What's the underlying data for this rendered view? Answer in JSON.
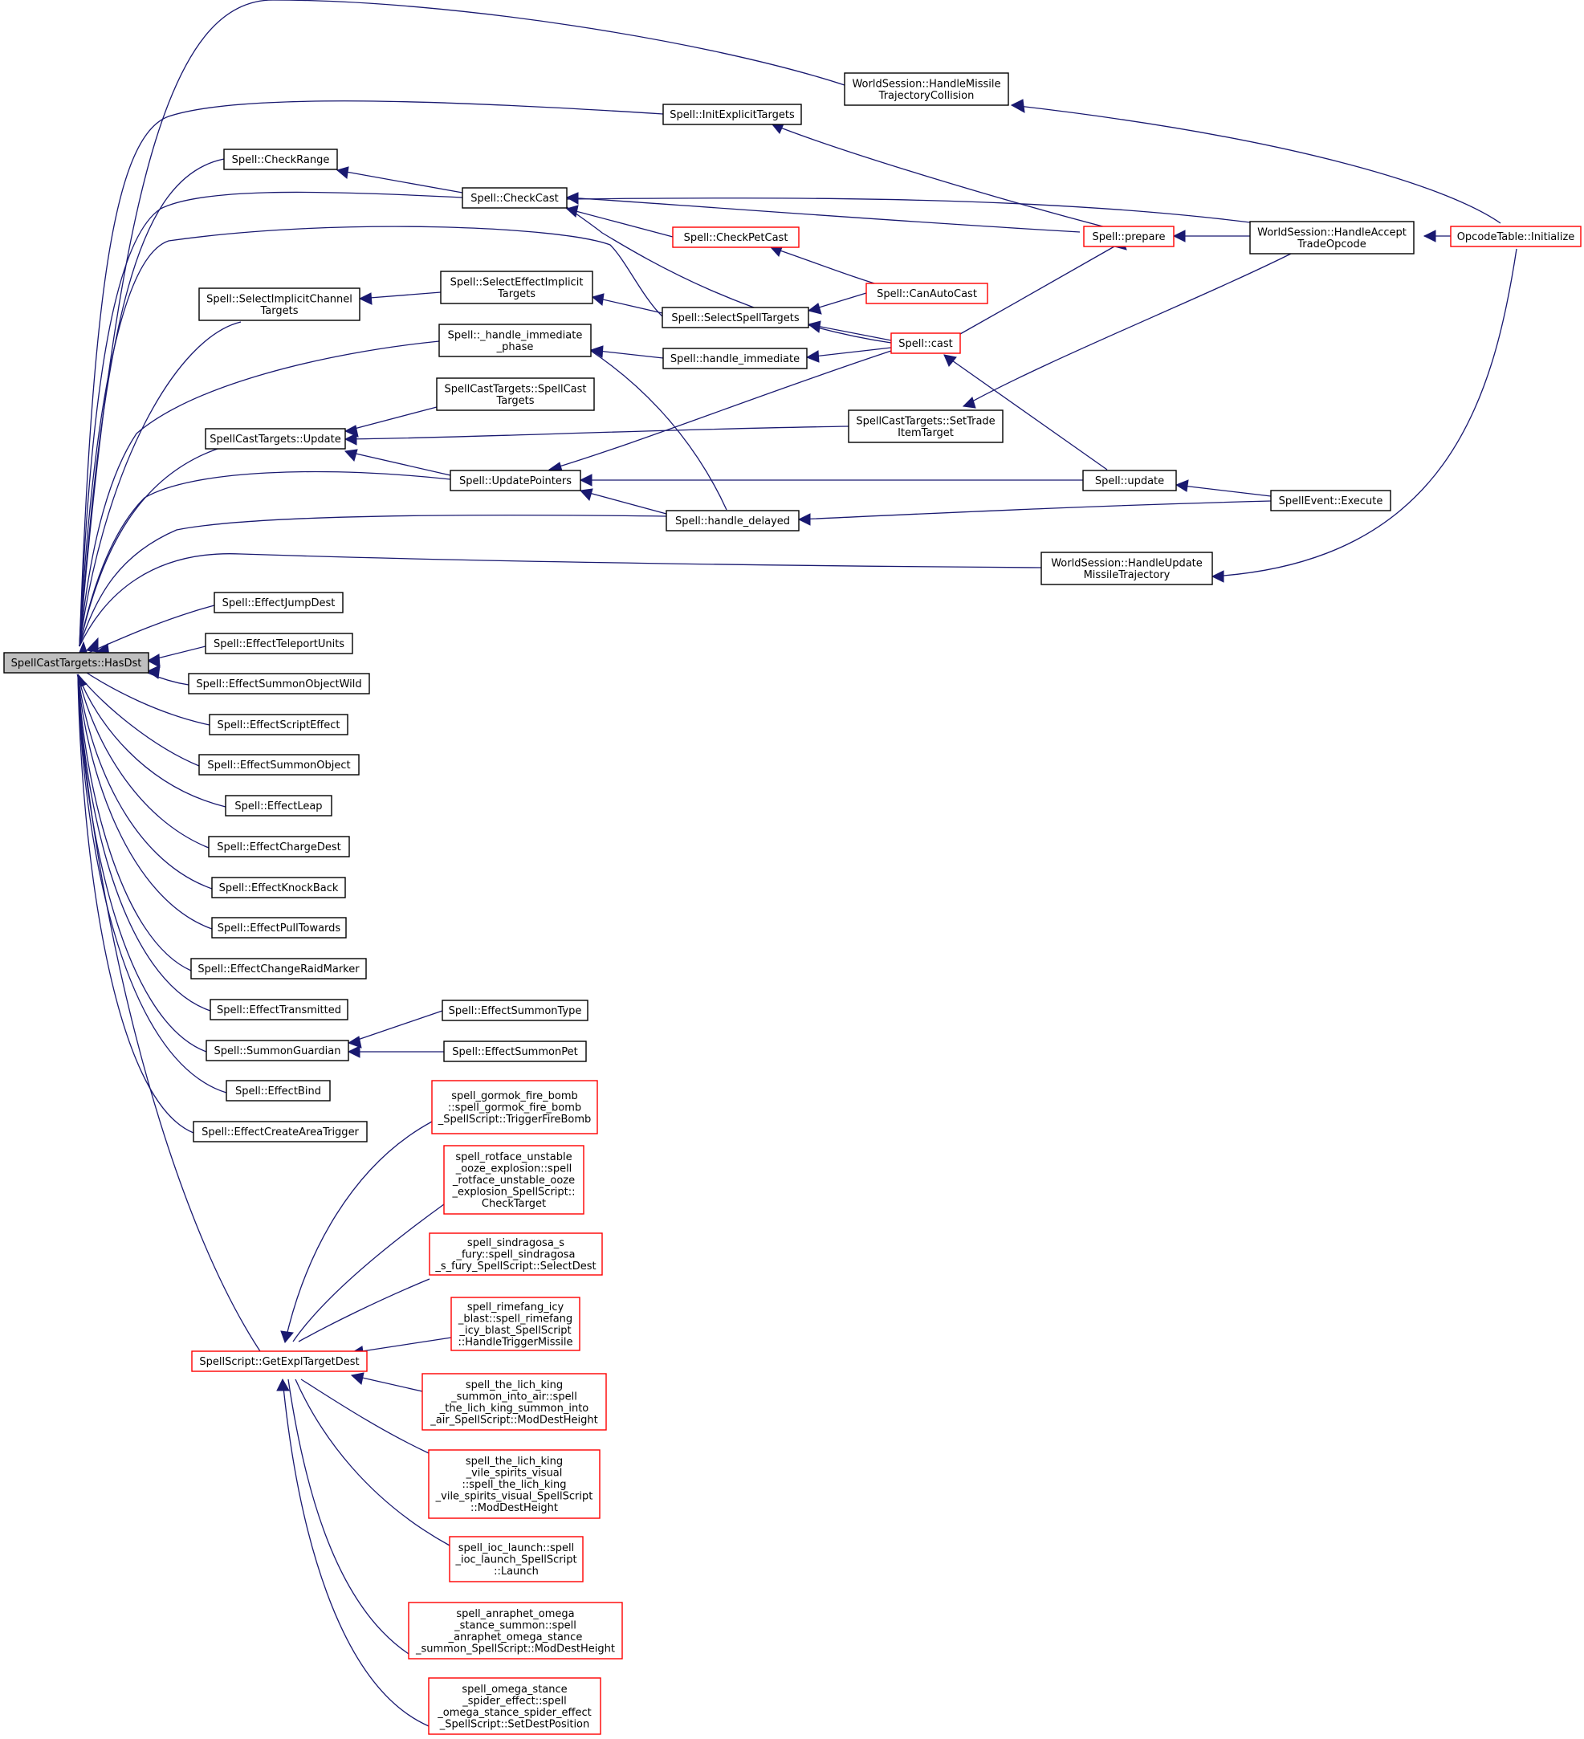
{
  "colors": {
    "edge": "#191970",
    "red_border": "#ff0000",
    "black_border": "#000000",
    "focus_fill": "#bfbfbf"
  },
  "nodes": [
    {
      "id": "hasdst",
      "lines": [
        "SpellCastTargets::HasDst"
      ],
      "style": "focus"
    },
    {
      "id": "ws_missile_coll",
      "lines": [
        "WorldSession::HandleMissile",
        "TrajectoryCollision"
      ],
      "style": "black"
    },
    {
      "id": "init_explicit",
      "lines": [
        "Spell::InitExplicitTargets"
      ],
      "style": "black"
    },
    {
      "id": "check_range",
      "lines": [
        "Spell::CheckRange"
      ],
      "style": "black"
    },
    {
      "id": "check_cast",
      "lines": [
        "Spell::CheckCast"
      ],
      "style": "black"
    },
    {
      "id": "check_pet_cast",
      "lines": [
        "Spell::CheckPetCast"
      ],
      "style": "red"
    },
    {
      "id": "prepare",
      "lines": [
        "Spell::prepare"
      ],
      "style": "red"
    },
    {
      "id": "ws_accept_trade",
      "lines": [
        "WorldSession::HandleAccept",
        "TradeOpcode"
      ],
      "style": "black"
    },
    {
      "id": "opcode_init",
      "lines": [
        "OpcodeTable::Initialize"
      ],
      "style": "red"
    },
    {
      "id": "select_implicit_channel",
      "lines": [
        "Spell::SelectImplicitChannel",
        "Targets"
      ],
      "style": "black"
    },
    {
      "id": "select_effect_implicit",
      "lines": [
        "Spell::SelectEffectImplicit",
        "Targets"
      ],
      "style": "black"
    },
    {
      "id": "select_spell_targets",
      "lines": [
        "Spell::SelectSpellTargets"
      ],
      "style": "black"
    },
    {
      "id": "can_auto_cast",
      "lines": [
        "Spell::CanAutoCast"
      ],
      "style": "red"
    },
    {
      "id": "handle_immediate_phase",
      "lines": [
        "Spell::_handle_immediate",
        "_phase"
      ],
      "style": "black"
    },
    {
      "id": "handle_immediate",
      "lines": [
        "Spell::handle_immediate"
      ],
      "style": "black"
    },
    {
      "id": "cast",
      "lines": [
        "Spell::cast"
      ],
      "style": "red"
    },
    {
      "id": "sct_ctor",
      "lines": [
        "SpellCastTargets::SpellCast",
        "Targets"
      ],
      "style": "black"
    },
    {
      "id": "sct_update",
      "lines": [
        "SpellCastTargets::Update"
      ],
      "style": "black"
    },
    {
      "id": "sct_set_trade",
      "lines": [
        "SpellCastTargets::SetTrade",
        "ItemTarget"
      ],
      "style": "black"
    },
    {
      "id": "update_pointers",
      "lines": [
        "Spell::UpdatePointers"
      ],
      "style": "black"
    },
    {
      "id": "spell_update",
      "lines": [
        "Spell::update"
      ],
      "style": "black"
    },
    {
      "id": "handle_delayed",
      "lines": [
        "Spell::handle_delayed"
      ],
      "style": "black"
    },
    {
      "id": "spell_event_exec",
      "lines": [
        "SpellEvent::Execute"
      ],
      "style": "black"
    },
    {
      "id": "ws_update_missile",
      "lines": [
        "WorldSession::HandleUpdate",
        "MissileTrajectory"
      ],
      "style": "black"
    },
    {
      "id": "effect_jump_dest",
      "lines": [
        "Spell::EffectJumpDest"
      ],
      "style": "black"
    },
    {
      "id": "effect_teleport_units",
      "lines": [
        "Spell::EffectTeleportUnits"
      ],
      "style": "black"
    },
    {
      "id": "effect_summon_object_wild",
      "lines": [
        "Spell::EffectSummonObjectWild"
      ],
      "style": "black"
    },
    {
      "id": "effect_script_effect",
      "lines": [
        "Spell::EffectScriptEffect"
      ],
      "style": "black"
    },
    {
      "id": "effect_summon_object",
      "lines": [
        "Spell::EffectSummonObject"
      ],
      "style": "black"
    },
    {
      "id": "effect_leap",
      "lines": [
        "Spell::EffectLeap"
      ],
      "style": "black"
    },
    {
      "id": "effect_charge_dest",
      "lines": [
        "Spell::EffectChargeDest"
      ],
      "style": "black"
    },
    {
      "id": "effect_knock_back",
      "lines": [
        "Spell::EffectKnockBack"
      ],
      "style": "black"
    },
    {
      "id": "effect_pull_towards",
      "lines": [
        "Spell::EffectPullTowards"
      ],
      "style": "black"
    },
    {
      "id": "effect_change_raid_marker",
      "lines": [
        "Spell::EffectChangeRaidMarker"
      ],
      "style": "black"
    },
    {
      "id": "effect_transmitted",
      "lines": [
        "Spell::EffectTransmitted"
      ],
      "style": "black"
    },
    {
      "id": "summon_guardian",
      "lines": [
        "Spell::SummonGuardian"
      ],
      "style": "black"
    },
    {
      "id": "effect_summon_type",
      "lines": [
        "Spell::EffectSummonType"
      ],
      "style": "black"
    },
    {
      "id": "effect_summon_pet",
      "lines": [
        "Spell::EffectSummonPet"
      ],
      "style": "black"
    },
    {
      "id": "effect_bind",
      "lines": [
        "Spell::EffectBind"
      ],
      "style": "black"
    },
    {
      "id": "effect_create_area_trigger",
      "lines": [
        "Spell::EffectCreateAreaTrigger"
      ],
      "style": "black"
    },
    {
      "id": "get_expl_target_dest",
      "lines": [
        "SpellScript::GetExplTargetDest"
      ],
      "style": "red"
    },
    {
      "id": "gormok",
      "lines": [
        "spell_gormok_fire_bomb",
        "::spell_gormok_fire_bomb",
        "_SpellScript::TriggerFireBomb"
      ],
      "style": "red"
    },
    {
      "id": "rotface",
      "lines": [
        "spell_rotface_unstable",
        "_ooze_explosion::spell",
        "_rotface_unstable_ooze",
        "_explosion_SpellScript::",
        "CheckTarget"
      ],
      "style": "red"
    },
    {
      "id": "sindragosa",
      "lines": [
        "spell_sindragosa_s",
        "_fury::spell_sindragosa",
        "_s_fury_SpellScript::SelectDest"
      ],
      "style": "red"
    },
    {
      "id": "rimefang",
      "lines": [
        "spell_rimefang_icy",
        "_blast::spell_rimefang",
        "_icy_blast_SpellScript",
        "::HandleTriggerMissile"
      ],
      "style": "red"
    },
    {
      "id": "lich_summon_air",
      "lines": [
        "spell_the_lich_king",
        "_summon_into_air::spell",
        "_the_lich_king_summon_into",
        "_air_SpellScript::ModDestHeight"
      ],
      "style": "red"
    },
    {
      "id": "lich_vile_spirits",
      "lines": [
        "spell_the_lich_king",
        "_vile_spirits_visual",
        "::spell_the_lich_king",
        "_vile_spirits_visual_SpellScript",
        "::ModDestHeight"
      ],
      "style": "red"
    },
    {
      "id": "ioc_launch",
      "lines": [
        "spell_ioc_launch::spell",
        "_ioc_launch_SpellScript",
        "::Launch"
      ],
      "style": "red"
    },
    {
      "id": "anraphet",
      "lines": [
        "spell_anraphet_omega",
        "_stance_summon::spell",
        "_anraphet_omega_stance",
        "_summon_SpellScript::ModDestHeight"
      ],
      "style": "red"
    },
    {
      "id": "omega_spider",
      "lines": [
        "spell_omega_stance",
        "_spider_effect::spell",
        "_omega_stance_spider_effect",
        "_SpellScript::SetDestPosition"
      ],
      "style": "red"
    }
  ]
}
